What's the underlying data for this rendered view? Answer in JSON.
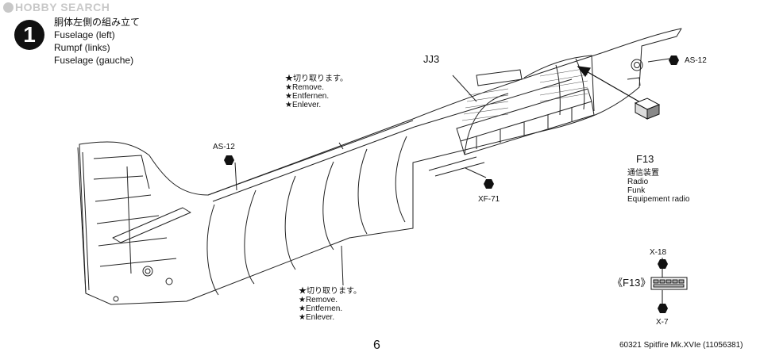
{
  "watermark": {
    "text": "HOBBY SEARCH"
  },
  "step": {
    "number": "1",
    "title_lines": [
      "胴体左側の組み立て",
      "Fuselage (left)",
      "Rumpf (links)",
      "Fuselage (gauche)"
    ]
  },
  "callouts": {
    "cut_upper": [
      "★切り取ります。",
      "★Remove.",
      "★Entfernen.",
      "★Enlever."
    ],
    "cut_lower": [
      "★切り取ります。",
      "★Remove.",
      "★Entfernen.",
      "★Enlever."
    ]
  },
  "parts": {
    "jj3": "JJ3",
    "as12_left": "AS-12",
    "as12_right": "AS-12",
    "xf71": "XF-71",
    "f13": "F13",
    "f13_desc": [
      "通信装置",
      "Radio",
      "Funk",
      "Equipement radio"
    ],
    "detail_label": "《F13》",
    "x18": "X-18",
    "x7": "X-7"
  },
  "footer": {
    "page_number": "6",
    "code": "60321  Spitfire Mk.XVIe (11056381)"
  }
}
